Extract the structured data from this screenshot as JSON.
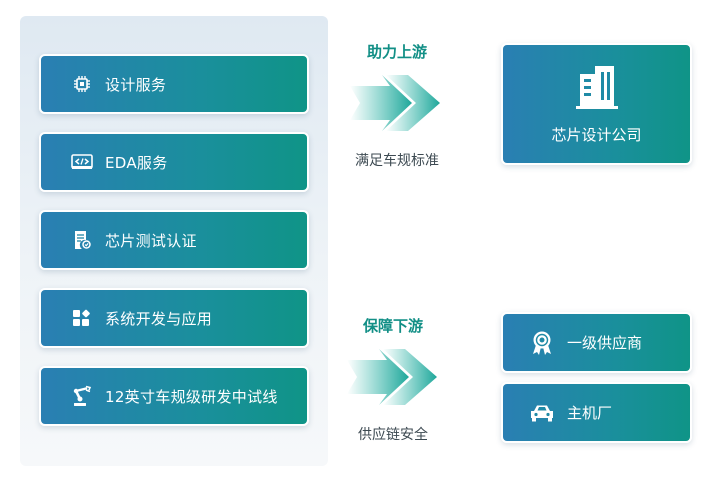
{
  "services": [
    {
      "label": "设计服务",
      "icon": "chip-icon"
    },
    {
      "label": "EDA服务",
      "icon": "code-window-icon"
    },
    {
      "label": "芯片测试认证",
      "icon": "certificate-icon"
    },
    {
      "label": "系统开发与应用",
      "icon": "app-grid-icon"
    },
    {
      "label": "12英寸车规级研发中试线",
      "icon": "robot-arm-icon"
    }
  ],
  "upstream": {
    "title": "助力上游",
    "subtitle": "满足车规标准",
    "target": {
      "label": "芯片设计公司",
      "icon": "building-icon"
    }
  },
  "downstream": {
    "title": "保障下游",
    "subtitle": "供应链安全",
    "targets": [
      {
        "label": "一级供应商",
        "icon": "award-medal-icon"
      },
      {
        "label": "主机厂",
        "icon": "car-icon"
      }
    ]
  },
  "colors": {
    "card_start": "#2a7fb3",
    "card_end": "#0f9487",
    "accent_text": "#128f86"
  }
}
